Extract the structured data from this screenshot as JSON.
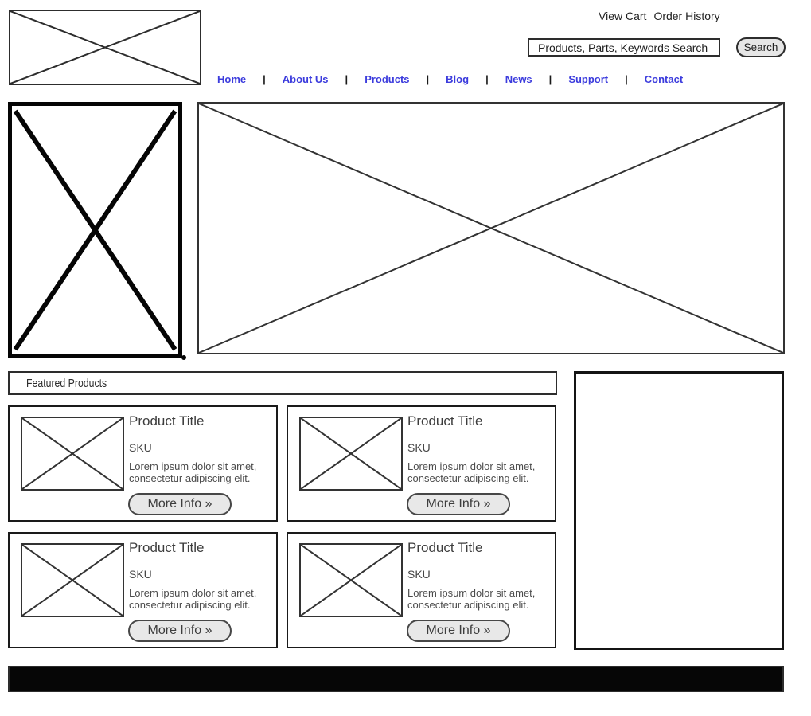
{
  "header": {
    "view_cart_label": "View Cart",
    "order_history_label": "Order History",
    "search_value": "Products, Parts, Keywords Search",
    "search_button_label": "Search"
  },
  "nav": {
    "separator": "|",
    "items": [
      {
        "label": "Home"
      },
      {
        "label": "About Us"
      },
      {
        "label": "Products"
      },
      {
        "label": "Blog"
      },
      {
        "label": "News"
      },
      {
        "label": "Support"
      },
      {
        "label": "Contact"
      }
    ]
  },
  "featured": {
    "title": "Featured Products"
  },
  "products": [
    {
      "title": "Product Title",
      "sku": "SKU",
      "description": "Lorem ipsum dolor sit amet, consectetur adipiscing elit.",
      "more_info_label": "More Info »"
    },
    {
      "title": "Product Title",
      "sku": "SKU",
      "description": "Lorem ipsum dolor sit amet, consectetur adipiscing elit.",
      "more_info_label": "More Info »"
    },
    {
      "title": "Product Title",
      "sku": "SKU",
      "description": "Lorem ipsum dolor sit amet, consectetur adipiscing elit.",
      "more_info_label": "More Info »"
    },
    {
      "title": "Product Title",
      "sku": "SKU",
      "description": "Lorem ipsum dolor sit amet, consectetur adipiscing elit.",
      "more_info_label": "More Info »"
    }
  ],
  "colors": {
    "link_blue": "#3c3cdd",
    "button_fill": "#e8e8e8",
    "border_dark": "#2d2d2d",
    "footer_black": "#060606"
  }
}
